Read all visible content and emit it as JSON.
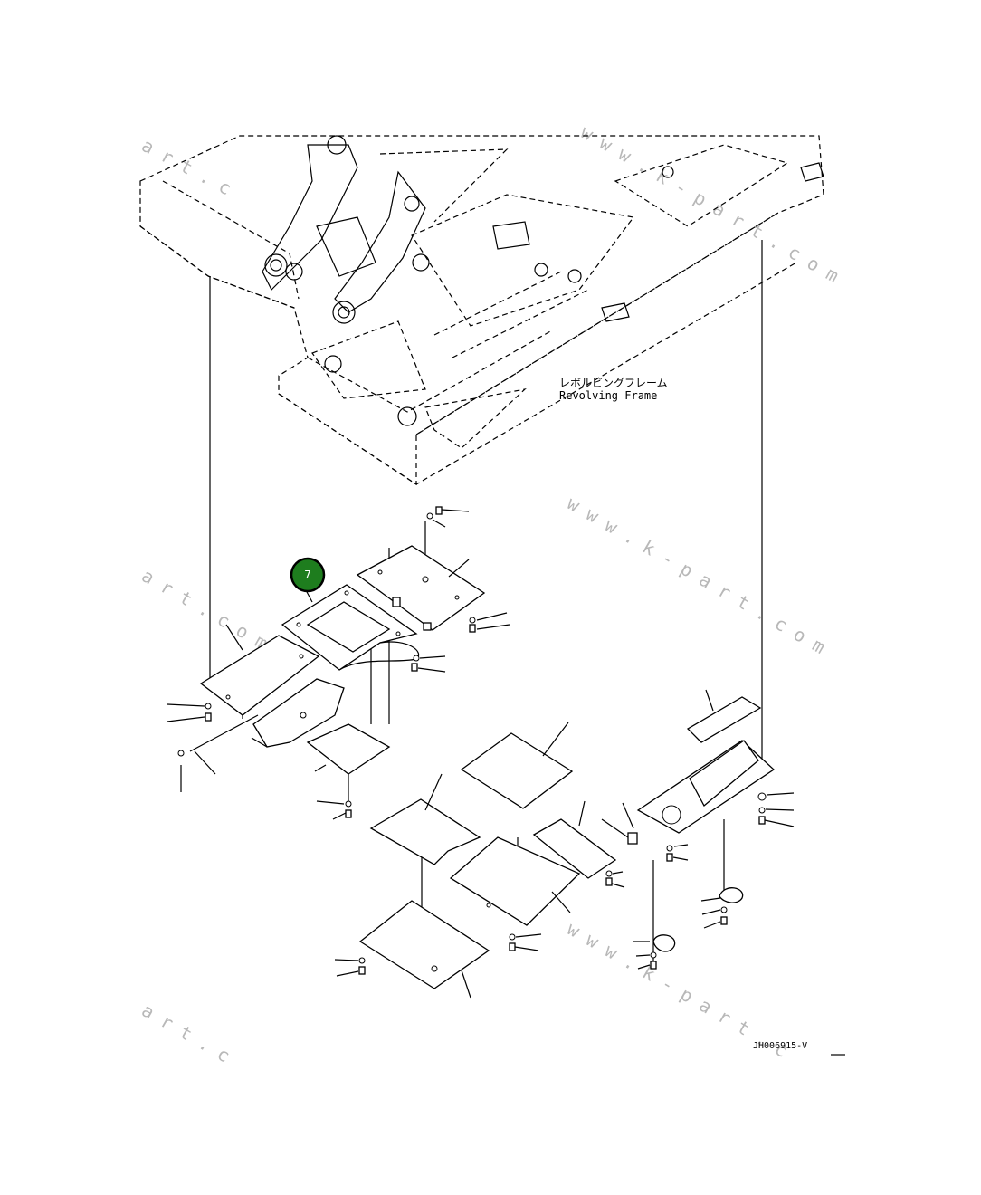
{
  "labels": {
    "frame_jp": "レボルビングフレーム",
    "frame_en": "Revolving Frame",
    "drawing_code": "JH006915-V"
  },
  "callouts": [
    {
      "id": "callout-7",
      "number": "7",
      "color": "#1e7d1e"
    }
  ],
  "watermarks": [
    "a r t . c",
    "w w w . k - p a r t . c o m",
    "a r t . c o m",
    "w w w . k - p a r t . c o m",
    "a r t . c",
    "w w w . k - p a r t . c"
  ]
}
